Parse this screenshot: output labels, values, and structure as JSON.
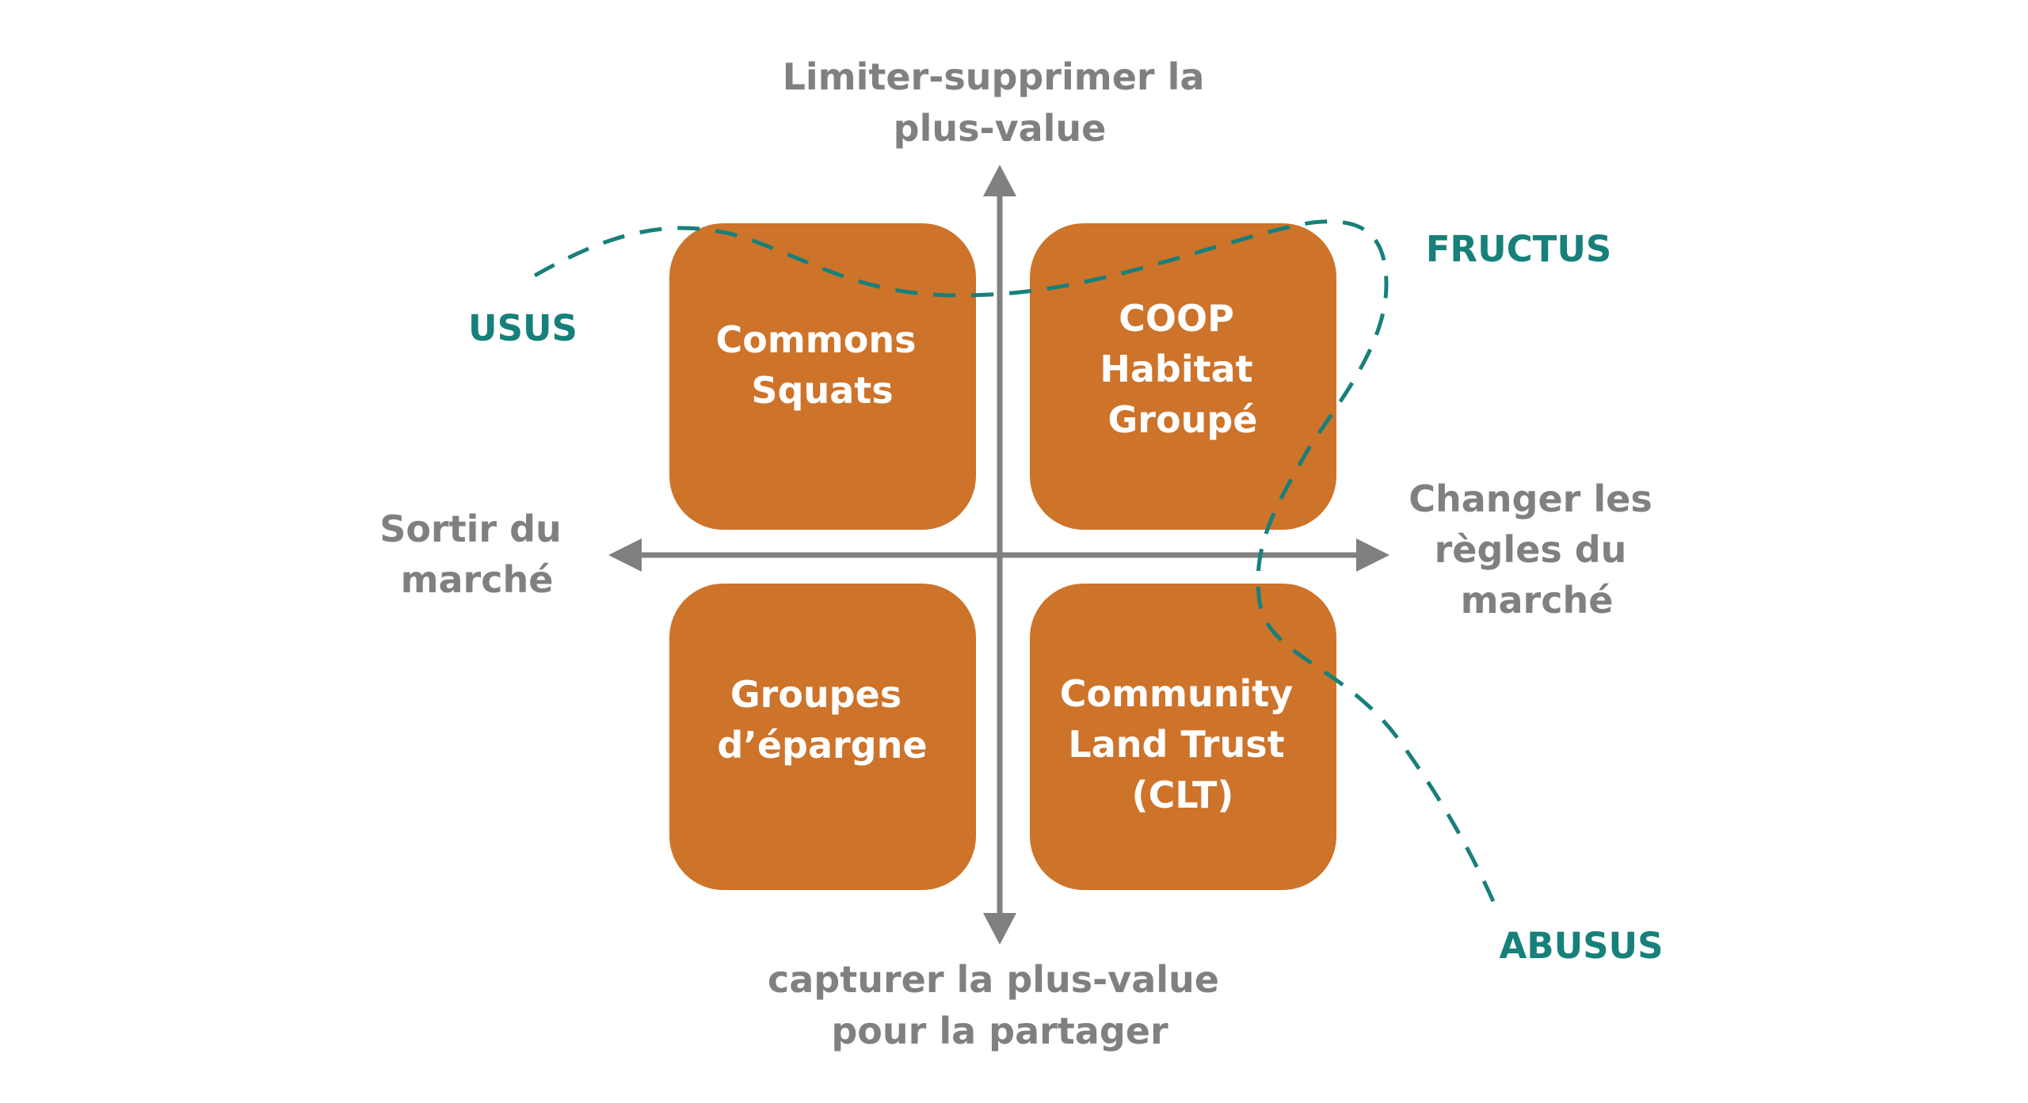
{
  "colors": {
    "box": "#CD732A",
    "axis": "#808080",
    "teal": "#17807A",
    "text_white": "#FFFFFF"
  },
  "axes": {
    "top": [
      "Limiter-supprimer la",
      "plus-value"
    ],
    "bottom": [
      "capturer la plus-value",
      "pour la partager"
    ],
    "left": [
      "Sortir du",
      "marché"
    ],
    "right": [
      "Changer les",
      "règles du",
      "marché"
    ]
  },
  "boxes": {
    "top_left": [
      "Commons",
      "Squats"
    ],
    "top_right": [
      "COOP",
      "Habitat",
      "Groupé"
    ],
    "bottom_left": [
      "Groupes",
      "d’épargne"
    ],
    "bottom_right": [
      "Community",
      "Land Trust",
      "(CLT)"
    ]
  },
  "rights": {
    "usus": "USUS",
    "fructus": "FRUCTUS",
    "abusus": "ABUSUS"
  }
}
